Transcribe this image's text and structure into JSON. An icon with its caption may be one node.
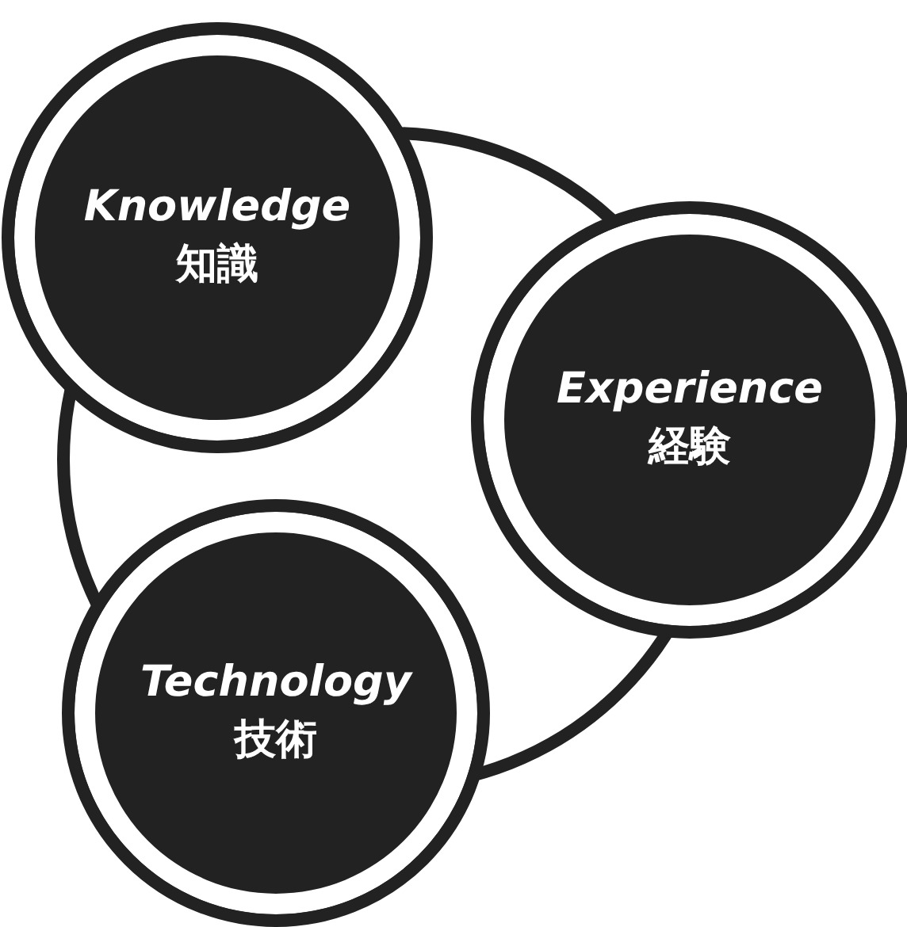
{
  "diagram": {
    "nodes": [
      {
        "text": [
          "Knowledge",
          "知識"
        ]
      },
      {
        "text": [
          "Experience",
          "経験"
        ]
      },
      {
        "text": [
          "Technology",
          "技術"
        ]
      }
    ]
  }
}
